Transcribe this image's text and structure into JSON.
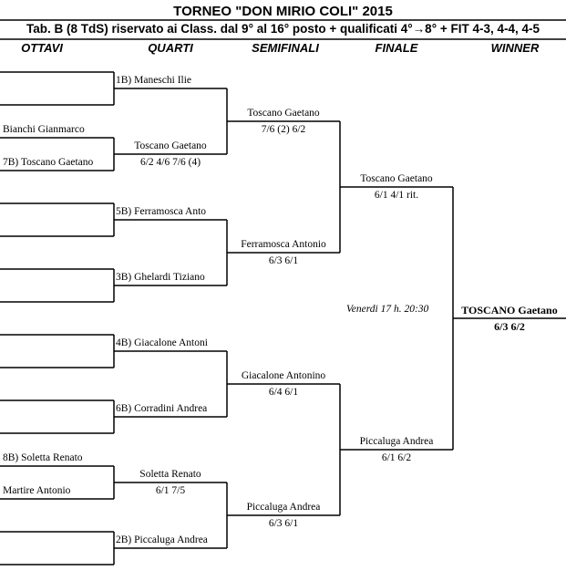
{
  "title": "TORNEO  \"DON MIRIO COLI\"  2015",
  "subtitle": "Tab. B (8 TdS) riservato ai Class. dal 9° al 16° posto + qualificati 4°→8° + FIT 4-3, 4-4, 4-5",
  "rounds": [
    "OTTAVI",
    "QUARTI",
    "SEMIFINALI",
    "FINALE",
    "WINNER"
  ],
  "ottavi": {
    "bianchi": "Bianchi Gianmarco",
    "toscano": "7B) Toscano Gaetano",
    "soletta": "8B) Soletta Renato",
    "martire": "Martire Antonio"
  },
  "quarti": [
    {
      "name": "1B) Maneschi Ilie",
      "score": ""
    },
    {
      "name": "Toscano Gaetano",
      "score": "6/2  4/6  7/6 (4)"
    },
    {
      "name": "5B) Ferramosca Anto",
      "score": ""
    },
    {
      "name": "3B) Ghelardi Tiziano",
      "score": ""
    },
    {
      "name": "4B) Giacalone Antoni",
      "score": ""
    },
    {
      "name": "6B) Corradini Andrea",
      "score": ""
    },
    {
      "name": "Soletta Renato",
      "score": "6/1  7/5"
    },
    {
      "name": "2B) Piccaluga Andrea",
      "score": ""
    }
  ],
  "semifinali": [
    {
      "name": "Toscano Gaetano",
      "score": "7/6 (2)  6/2"
    },
    {
      "name": "Ferramosca Antonio",
      "score": "6/3  6/1"
    },
    {
      "name": "Giacalone Antonino",
      "score": "6/4  6/1"
    },
    {
      "name": "Piccaluga Andrea",
      "score": "6/3  6/1"
    }
  ],
  "finale": [
    {
      "name": "Toscano Gaetano",
      "score": "6/1  4/1 rit."
    },
    {
      "name": "Piccaluga Andrea",
      "score": "6/1  6/2"
    }
  ],
  "final_schedule": "Venerdi 17 h. 20:30",
  "winner": {
    "name": "TOSCANO  Gaetano",
    "score": "6/3  6/2"
  }
}
